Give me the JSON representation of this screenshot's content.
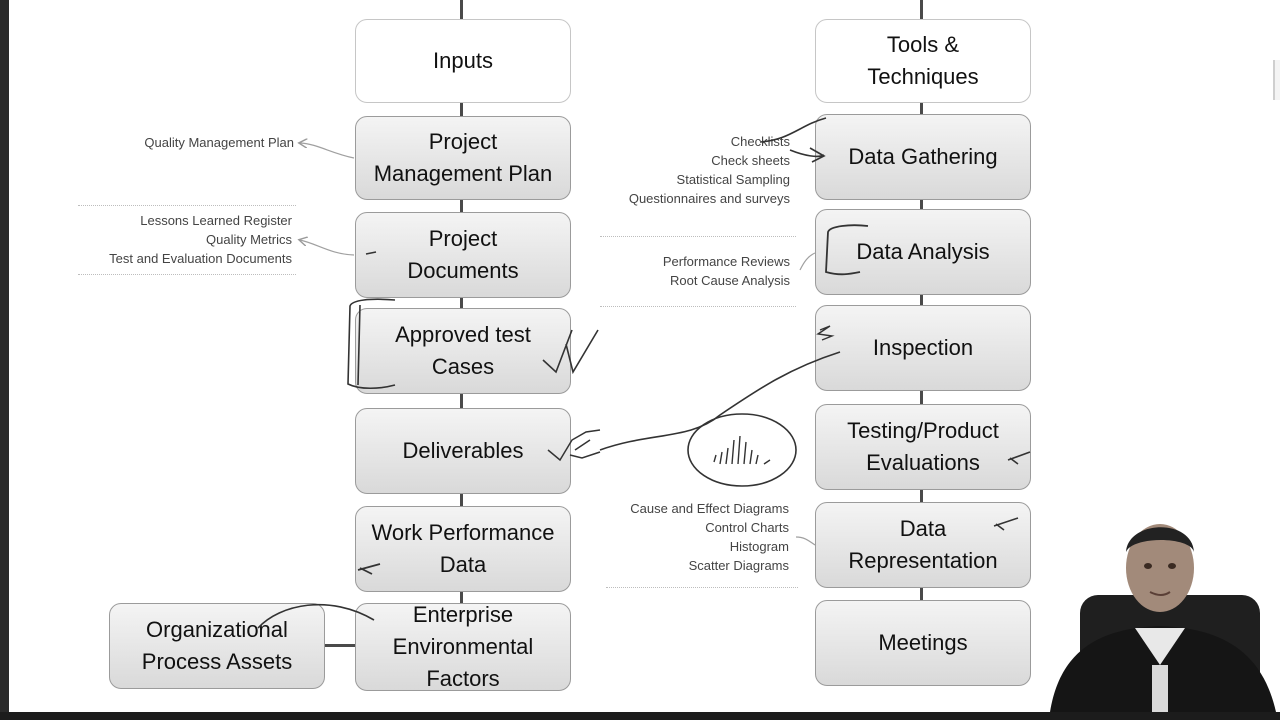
{
  "inputs": {
    "header": "Inputs",
    "items": [
      "Project\nManagement Plan",
      "Project\nDocuments",
      "Approved test\nCases",
      "Deliverables",
      "Work Performance\nData",
      "Enterprise\nEnvironmental\nFactors"
    ],
    "side_item": "Organizational\nProcess Assets"
  },
  "tools": {
    "header": "Tools &\nTechniques",
    "items": [
      "Data Gathering",
      "Data Analysis",
      "Inspection",
      "Testing/Product\nEvaluations",
      "Data\nRepresentation",
      "Meetings"
    ]
  },
  "annotations": {
    "pmp": "Quality Management Plan",
    "project_docs": "Lessons Learned Register\nQuality Metrics\nTest and Evaluation Documents",
    "data_gathering": "Checklists\nCheck sheets\nStatistical Sampling\nQuestionnaires and surveys",
    "data_analysis": "Performance Reviews\nRoot Cause Analysis",
    "data_representation": "Cause and Effect Diagrams\nControl Charts\nHistogram\nScatter Diagrams"
  },
  "colors": {
    "box_fill_top": "#f4f4f4",
    "box_fill_bottom": "#d9d9d9",
    "box_border": "#9b9b9b",
    "connector": "#4a4a4a",
    "ink": "#2f2f2f"
  }
}
